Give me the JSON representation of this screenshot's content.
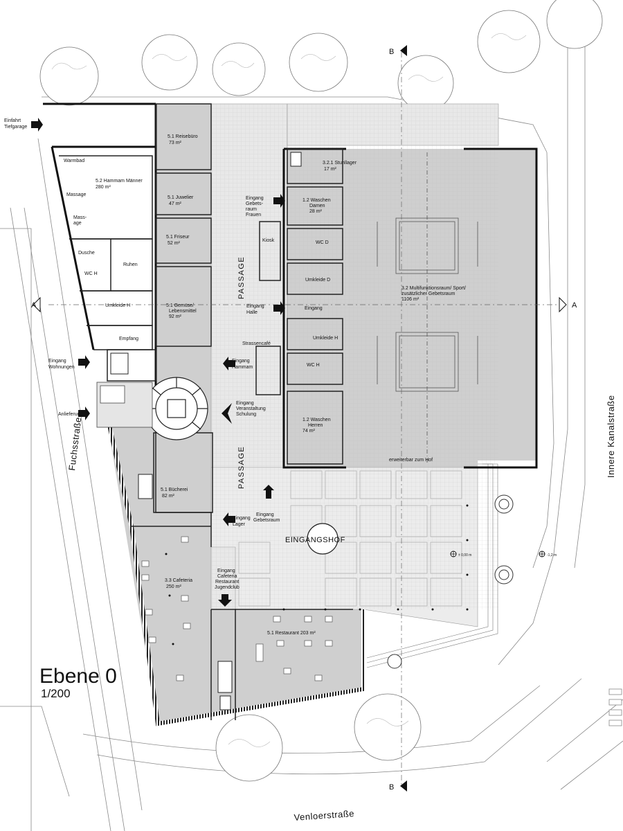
{
  "title": "Ebene 0",
  "scale": "1/200",
  "streets": {
    "fuchs": "Fuchsstraße",
    "kanal": "Innere Kanalstraße",
    "venlo": "Venloerstraße"
  },
  "section_marks": {
    "a": "A",
    "b": "B"
  },
  "passage": "PASSAGE",
  "eingangshof": "EINGANGSHOF",
  "level_marks": {
    "zero": "± 0,00 m",
    "minus": "-1,2 m"
  },
  "external_labels": {
    "einfahrt": [
      "Einfahrt",
      "Tiefgarage"
    ],
    "eingang_wohnungen": [
      "Eingang",
      "Wohnungen"
    ],
    "anlieferung": [
      "Anlieferung"
    ],
    "eingang_gebetsraum_frauen": [
      "Eingang",
      "Gebets-",
      "raum",
      "Frauen"
    ],
    "eingang_halle": [
      "Eingang",
      "Halle"
    ],
    "eingang_hammam": [
      "Eingang",
      "Hammam"
    ],
    "eingang_veranstaltung": [
      "Eingang",
      "Veranstaltung",
      "Schulung"
    ],
    "eingang_lager": [
      "Eingang",
      "Lager"
    ],
    "eingang_gebetsraum": [
      "Eingang",
      "Gebetsraum"
    ],
    "eingang_cafeteria": [
      "Eingang",
      "Cafeteria",
      "Restaurant",
      "Jugendclub"
    ],
    "eingang_mid": [
      "Eingang"
    ],
    "erweiterbar": [
      "erweiterbar zum Hof"
    ]
  },
  "rooms": {
    "warmbad": [
      "Warmbad"
    ],
    "hammam": [
      "5.2 Hammam Männer",
      "280 m²"
    ],
    "massage1": [
      "Massage"
    ],
    "massage2": [
      "Mass-",
      "age"
    ],
    "dusche": [
      "Dusche"
    ],
    "ruhen": [
      "Ruhen"
    ],
    "wc_h_left": [
      "WC H"
    ],
    "umkleide_h_left": [
      "Umkleide H"
    ],
    "empfang": [
      "Empfang"
    ],
    "reisebuero": [
      "5.1 Reisebüro",
      "73 m²"
    ],
    "juwelier": [
      "5.1 Juwelier",
      "47 m²"
    ],
    "friseur": [
      "5.1 Friseur",
      "52 m²"
    ],
    "gemuese": [
      "5.1 Gemüse/",
      "Lebensmittel",
      "92 m²"
    ],
    "kiosk": [
      "Kiosk"
    ],
    "strassencafe": [
      "Strassencafé"
    ],
    "buecherei": [
      "5.1 Bücherei",
      "82 m²"
    ],
    "cafeteria": [
      "3.3 Cafeteria",
      "250 m²"
    ],
    "restaurant": [
      "5.1 Restaurant 203 m²"
    ],
    "stuhllager": [
      "3.2.1 Stuhllager",
      "17 m²"
    ],
    "waschen_damen": [
      "1.2 Waschen",
      "Damen",
      "28 m²"
    ],
    "wc_d": [
      "WC D"
    ],
    "umkleide_d": [
      "Umkleide D"
    ],
    "umkleide_h_right": [
      "Umkleide H"
    ],
    "wc_h_right": [
      "WC H"
    ],
    "waschen_herren": [
      "1.2 Waschen",
      "Herren",
      "74 m²"
    ],
    "multifunktion": [
      "3.2 Multifunktionsraum/ Sport/",
      "zusätzlicher Gebetsraum",
      "1106 m²"
    ]
  }
}
